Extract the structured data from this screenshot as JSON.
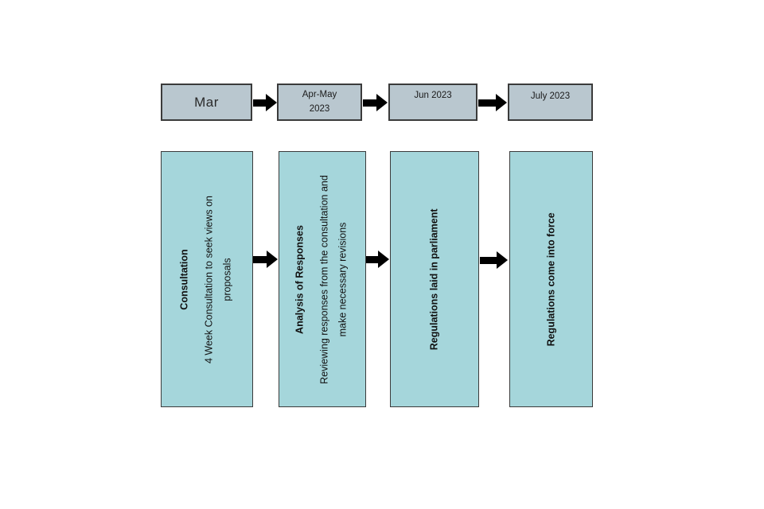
{
  "timeline": {
    "months": [
      {
        "label": "Mar"
      },
      {
        "label": "Apr-May 2023"
      },
      {
        "label": "Jun 2023"
      },
      {
        "label": "July 2023"
      }
    ],
    "stages": [
      {
        "title": "Consultation",
        "description": "4 Week Consultation to seek views on proposals"
      },
      {
        "title": "Analysis of Responses",
        "description": "Reviewing responses from the consultation and make necessary revisions"
      },
      {
        "title": "Regulations laid in parliament"
      },
      {
        "title": "Regulations come into force"
      }
    ]
  },
  "colors": {
    "month_box_fill": "#b9c7cf",
    "stage_box_fill": "#a5d6db",
    "box_border": "#3b3b3b",
    "arrow_color": "#000000"
  }
}
